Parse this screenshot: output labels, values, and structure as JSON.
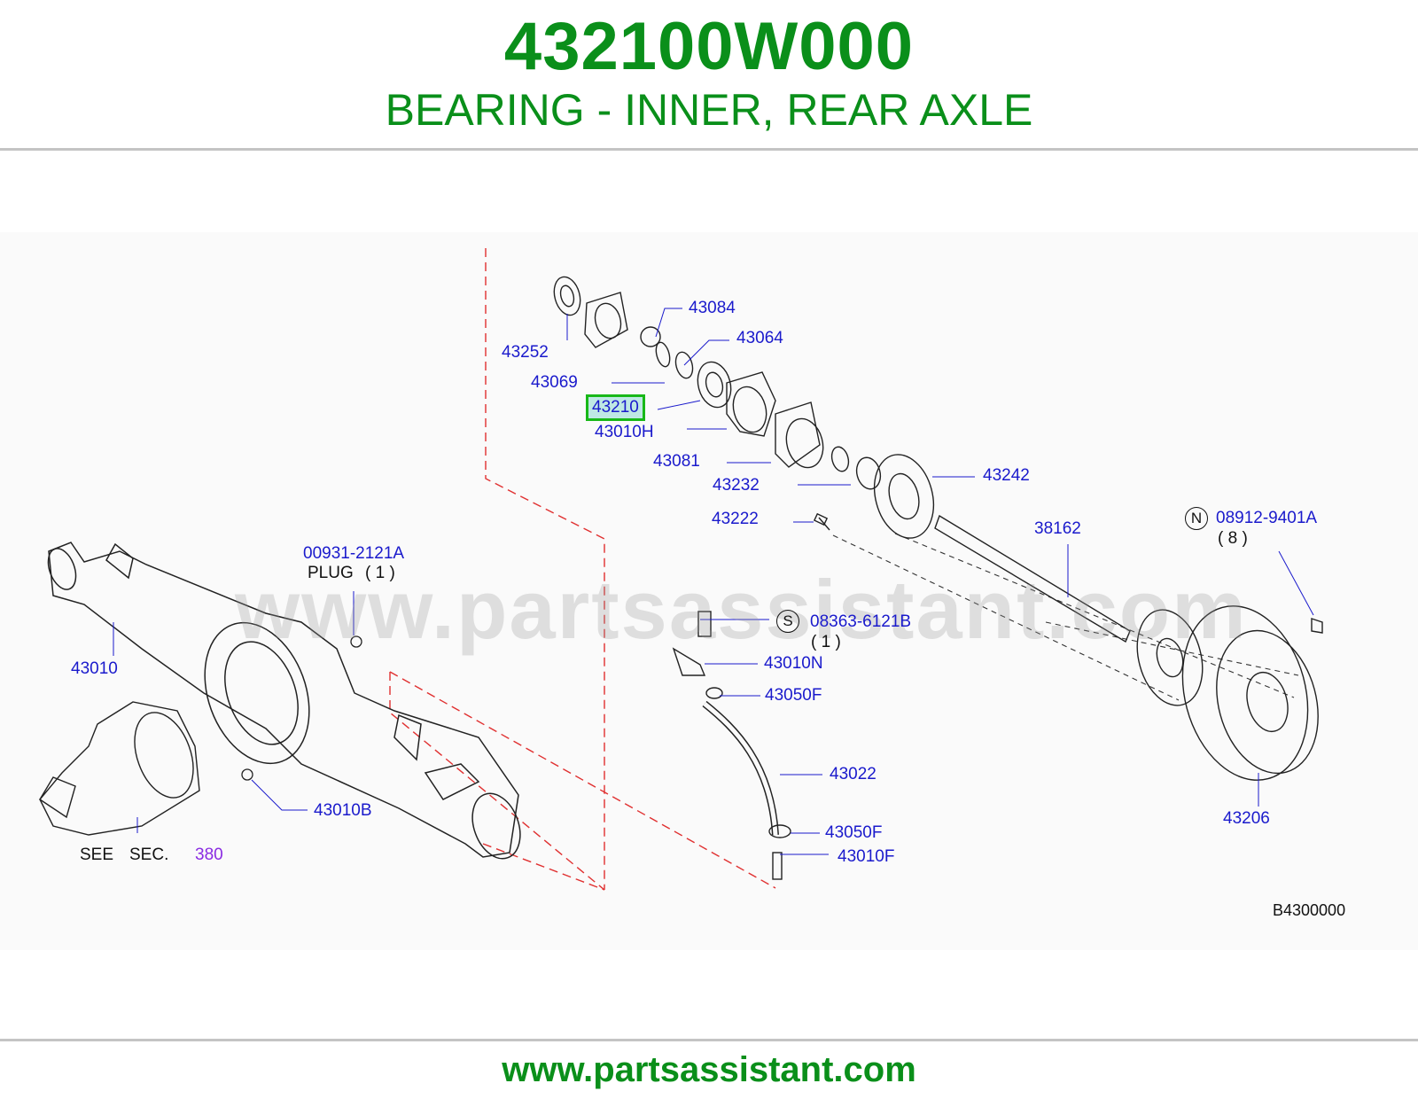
{
  "header": {
    "part_number": "432100W000",
    "description": "BEARING - INNER, REAR AXLE"
  },
  "diagram": {
    "watermark": "www.partsassistant.com",
    "code": "B4300000",
    "labels": {
      "p43252": "43252",
      "p43084": "43084",
      "p43064": "43064",
      "p43069": "43069",
      "p43210": "43210",
      "p43010H": "43010H",
      "p43081": "43081",
      "p43232": "43232",
      "p43242": "43242",
      "p43222": "43222",
      "p38162": "38162",
      "p08912": "08912-9401A",
      "q08912": "( 8 )",
      "p00931": "00931-2121A",
      "plug": "PLUG",
      "q00931": "( 1 )",
      "p08363": "08363-6121B",
      "q08363": "( 1 )",
      "p43010N": "43010N",
      "p43050F_a": "43050F",
      "p43010": "43010",
      "p43022": "43022",
      "p43010B": "43010B",
      "p43206": "43206",
      "p43050F_b": "43050F",
      "p43010F": "43010F",
      "see": "SEE",
      "sec": "SEC.",
      "sec_num": "380",
      "sym_n": "N",
      "sym_s": "S"
    }
  },
  "colors": {
    "title_green": "#0a8f1a",
    "label_blue": "#1a1acc",
    "highlight_border": "#18b818",
    "highlight_fill": "#bfe8e4",
    "dash_red": "#e03030"
  },
  "footer": {
    "url": "www.partsassistant.com"
  }
}
